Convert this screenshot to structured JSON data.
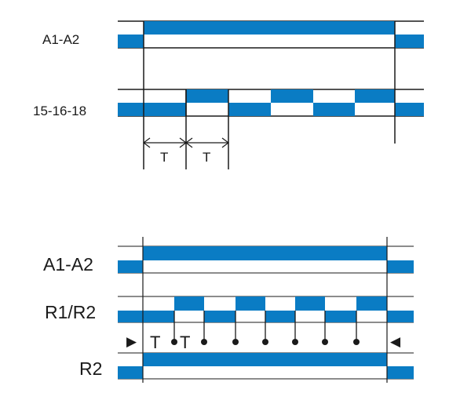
{
  "colors": {
    "signal": "#0a7cc4",
    "line": "#1a1a1a"
  },
  "diagram1": {
    "labels": {
      "a1a2": "A1-A2",
      "out": "15-16-18"
    },
    "t_label": "T"
  },
  "diagram2": {
    "labels": {
      "a1a2": "A1-A2",
      "r1r2": "R1/R2",
      "r2": "R2"
    },
    "t_label": "T",
    "marker_left": "▶",
    "marker_right": "◀"
  }
}
